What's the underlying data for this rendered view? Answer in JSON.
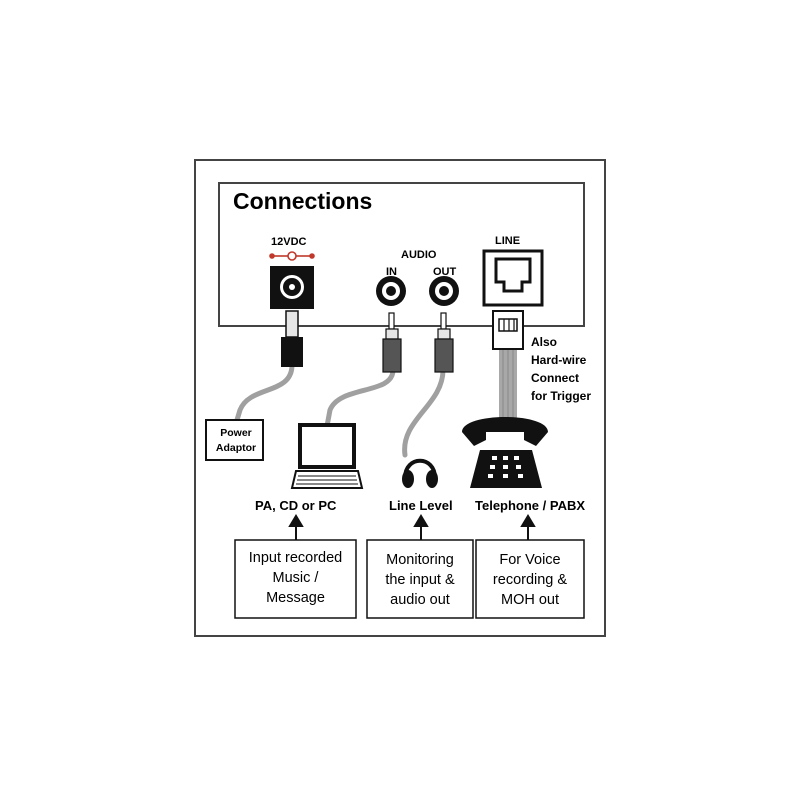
{
  "title": "Connections",
  "labels": {
    "power": "12VDC",
    "audio": "AUDIO",
    "audio_in": "IN",
    "audio_out": "OUT",
    "line": "LINE",
    "power_adaptor_line1": "Power",
    "power_adaptor_line2": "Adaptor",
    "trigger_line1": "Also",
    "trigger_line2": "Hard-wire",
    "trigger_line3": "Connect",
    "trigger_line4": "for Trigger"
  },
  "devices": {
    "pc": "PA, CD or PC",
    "line_level": "Line Level",
    "telephone": "Telephone / PABX"
  },
  "descriptions": {
    "input": [
      "Input recorded",
      "Music /",
      "Message"
    ],
    "monitor": [
      "Monitoring",
      "the input &",
      "audio out"
    ],
    "voice": [
      "For Voice",
      "recording &",
      "MOH out"
    ]
  },
  "colors": {
    "power_symbol": "#c0392b",
    "cable": "#a0a0a0",
    "plug": "#333333"
  }
}
